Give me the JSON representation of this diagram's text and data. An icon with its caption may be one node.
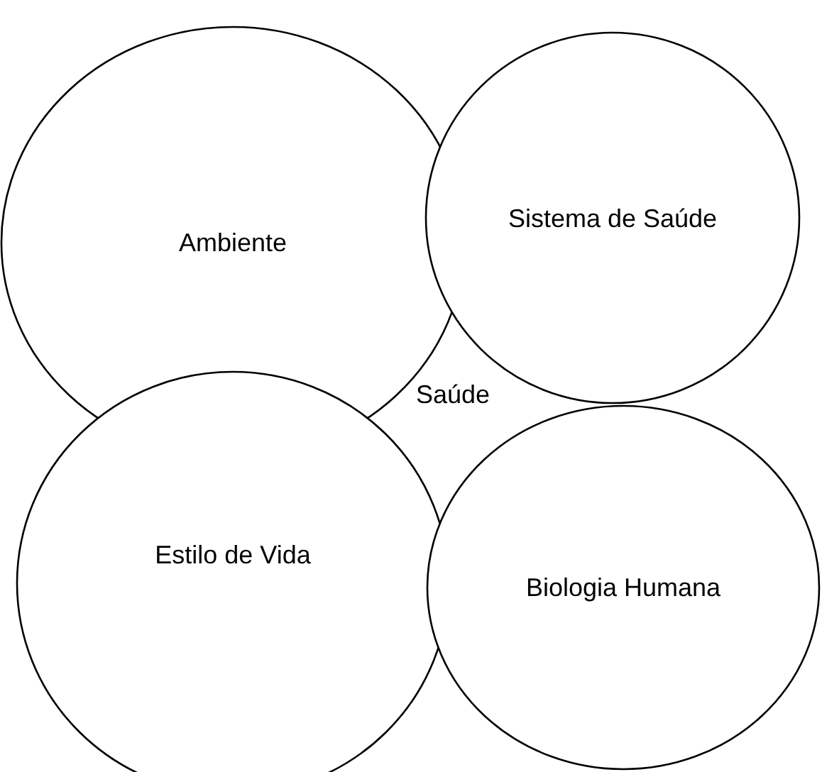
{
  "diagram": {
    "nodes": [
      {
        "text": [
          "Ambiente"
        ]
      },
      {
        "text": [
          "Sistema de Saúde"
        ]
      },
      {
        "text": [
          "Estilo de Vida"
        ]
      },
      {
        "text": [
          "Biologia Humana"
        ]
      }
    ],
    "labels": [
      "Saúde"
    ]
  }
}
